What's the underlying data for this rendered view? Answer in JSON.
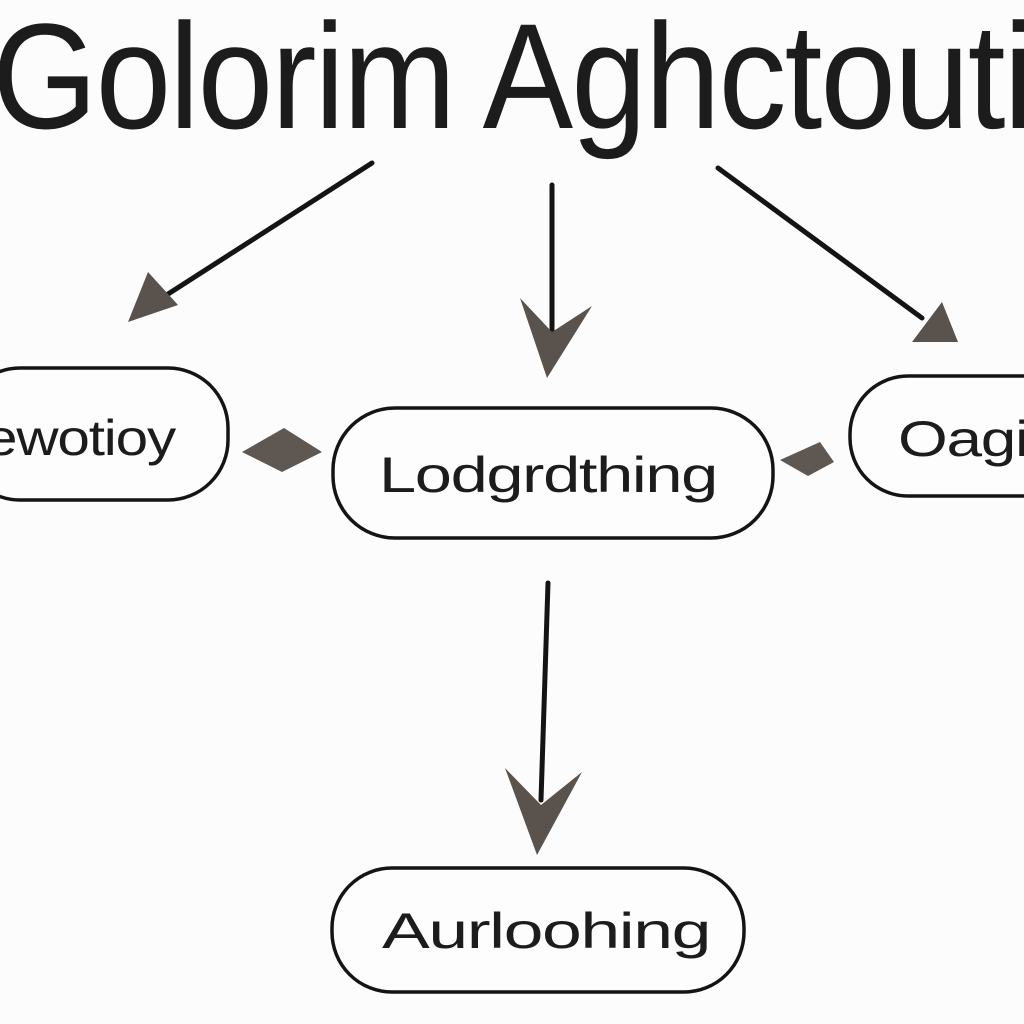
{
  "diagram": {
    "title": "Golorim Aghctouti",
    "nodes": [
      {
        "id": "left",
        "label": "ewotioy"
      },
      {
        "id": "center",
        "label": "Lodgrdthing"
      },
      {
        "id": "right",
        "label": "Oagi"
      },
      {
        "id": "bottom",
        "label": "Aurloohing"
      }
    ],
    "edges": [
      {
        "from": "title",
        "to": "left",
        "type": "arrow"
      },
      {
        "from": "title",
        "to": "center",
        "type": "arrow"
      },
      {
        "from": "title",
        "to": "right",
        "type": "arrow"
      },
      {
        "from": "center",
        "to": "bottom",
        "type": "arrow"
      },
      {
        "from": "left",
        "to": "center",
        "type": "diamond-connector"
      },
      {
        "from": "center",
        "to": "right",
        "type": "diamond-connector"
      }
    ]
  },
  "colors": {
    "background": "#fcfcfc",
    "stroke": "#141414",
    "arrowhead": "#5a524c"
  }
}
